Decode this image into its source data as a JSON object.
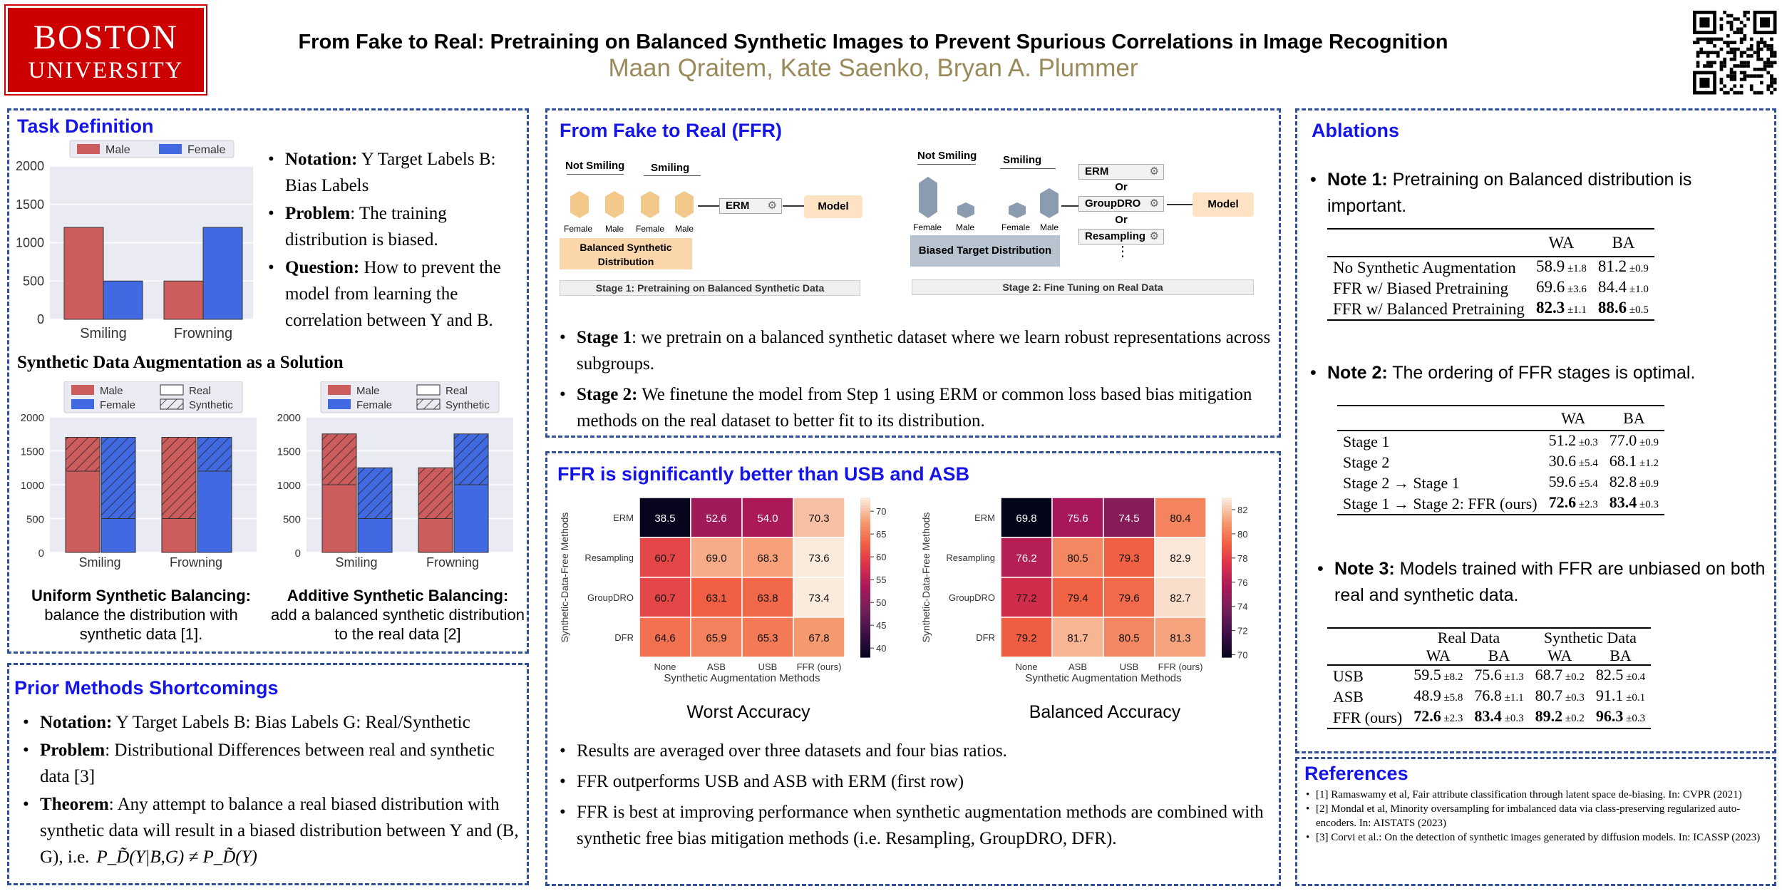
{
  "header": {
    "logo_line1": "BOSTON",
    "logo_line2": "UNIVERSITY",
    "title": "From Fake to Real: Pretraining on Balanced Synthetic Images to Prevent Spurious Correlations in Image Recognition",
    "authors": "Maan Qraitem, Kate Saenko, Bryan A. Plummer",
    "qr_icon": "qr-code-icon"
  },
  "task": {
    "title": "Task Definition",
    "bullets": [
      {
        "b": "Notation:",
        "t": " Y Target Labels  B: Bias Labels"
      },
      {
        "b": "Problem",
        "t": ": The training distribution is biased."
      },
      {
        "b": "Question:",
        "t": " How to prevent the model from learning the correlation between Y and B."
      }
    ],
    "aug_title": "Synthetic Data Augmentation as a Solution",
    "uniform_title": "Uniform Synthetic Balancing:",
    "uniform_text": "balance the distribution with synthetic data [1].",
    "additive_title": "Additive Synthetic Balancing:",
    "additive_text": "add a balanced synthetic distribution to the real data [2]"
  },
  "prior": {
    "title": "Prior Methods Shortcomings",
    "bullets": [
      {
        "b": "Notation:",
        "t": " Y Target Labels  B: Bias Labels  G: Real/Synthetic"
      },
      {
        "b": "Problem",
        "t": ": Distributional Differences between real and synthetic data [3]"
      },
      {
        "b": "Theorem",
        "t": ": Any attempt to balance a real biased distribution with synthetic data will result in a biased distribution between Y and (B, G), i.e."
      }
    ],
    "formula": "P_D̃(Y|B,G) ≠ P_D̃(Y)"
  },
  "ffr": {
    "title": "From Fake to Real (FFR)",
    "stage1": {
      "not_smiling": "Not Smiling",
      "smiling": "Smiling",
      "female": "Female",
      "male": "Male",
      "erm": "ERM",
      "model": "Model",
      "balanced_label": "Balanced Synthetic Distribution",
      "caption": "Stage 1: Pretraining on Balanced Synthetic Data"
    },
    "stage2": {
      "not_smiling": "Not Smiling",
      "smiling": "Smiling",
      "female": "Female",
      "male": "Male",
      "methods": [
        "ERM",
        "Or",
        "GroupDRO",
        "Or",
        "Resampling"
      ],
      "dots": "⋮",
      "model": "Model",
      "biased_label": "Biased Target Distribution",
      "caption": "Stage 2: Fine Tuning on Real Data"
    },
    "bullets": [
      {
        "b": "Stage 1",
        "t": ": we pretrain on a balanced synthetic dataset where we learn robust representations across subgroups."
      },
      {
        "b": "Stage 2:",
        "t": " We finetune the model from Step 1 using ERM or common loss based bias mitigation methods on the real dataset to better fit to its distribution."
      }
    ]
  },
  "results": {
    "title": "FFR is significantly better than USB and ASB",
    "worst_caption": "Worst Accuracy",
    "balanced_caption": "Balanced Accuracy",
    "bullets": [
      "Results are averaged over three datasets and four bias ratios.",
      "FFR outperforms USB and ASB with ERM (first row)",
      "FFR is best at improving performance when synthetic augmentation methods are combined with synthetic free bias mitigation methods (i.e. Resampling, GroupDRO, DFR)."
    ]
  },
  "ablations": {
    "title": "Ablations",
    "note1_b": "Note 1:",
    "note1_t": " Pretraining on Balanced distribution is important.",
    "note2_b": "Note 2:",
    "note2_t": " The ordering of FFR stages is optimal.",
    "note3_b": "Note 3:",
    "note3_t": " Models trained with FFR are unbiased on both real and synthetic data.",
    "table1": {
      "headers": [
        "",
        "WA",
        "BA"
      ],
      "rows": [
        {
          "name": "No Synthetic Augmentation",
          "wa": "58.9",
          "wa_pm": "±1.8",
          "ba": "81.2",
          "ba_pm": "±0.9",
          "bold": false
        },
        {
          "name": "FFR w/ Biased Pretraining",
          "wa": "69.6",
          "wa_pm": "±3.6",
          "ba": "84.4",
          "ba_pm": "±1.0",
          "bold": false
        },
        {
          "name": "FFR w/ Balanced Pretraining",
          "wa": "82.3",
          "wa_pm": "±1.1",
          "ba": "88.6",
          "ba_pm": "±0.5",
          "bold": true
        }
      ]
    },
    "table2": {
      "headers": [
        "",
        "WA",
        "BA"
      ],
      "rows": [
        {
          "name": "Stage 1",
          "wa": "51.2",
          "wa_pm": "±0.3",
          "ba": "77.0",
          "ba_pm": "±0.9",
          "bold": false
        },
        {
          "name": "Stage 2",
          "wa": "30.6",
          "wa_pm": "±5.4",
          "ba": "68.1",
          "ba_pm": "±1.2",
          "bold": false
        },
        {
          "name": "Stage 2 → Stage 1",
          "wa": "59.6",
          "wa_pm": "±5.4",
          "ba": "82.8",
          "ba_pm": "±0.9",
          "bold": false
        },
        {
          "name": "Stage 1 → Stage 2: FFR (ours)",
          "wa": "72.6",
          "wa_pm": "±2.3",
          "ba": "83.4",
          "ba_pm": "±0.3",
          "bold": true
        }
      ]
    },
    "table3": {
      "group_headers": [
        "Real Data",
        "Synthetic Data"
      ],
      "headers": [
        "WA",
        "BA",
        "WA",
        "BA"
      ],
      "rows": [
        {
          "name": "USB",
          "v": [
            "59.5",
            "75.6",
            "68.7",
            "82.5"
          ],
          "pm": [
            "±8.2",
            "±1.3",
            "±0.2",
            "±0.4"
          ],
          "bold": false
        },
        {
          "name": "ASB",
          "v": [
            "48.9",
            "76.8",
            "80.7",
            "91.1"
          ],
          "pm": [
            "±5.8",
            "±1.1",
            "±0.3",
            "±0.1"
          ],
          "bold": false
        },
        {
          "name": "FFR (ours)",
          "v": [
            "72.6",
            "83.4",
            "89.2",
            "96.3"
          ],
          "pm": [
            "±2.3",
            "±0.3",
            "±0.2",
            "±0.3"
          ],
          "bold": true
        }
      ]
    }
  },
  "references": {
    "title": "References",
    "items": [
      "[1] Ramaswamy et al, Fair attribute classification through latent space de-biasing. In: CVPR (2021)",
      "[2] Mondal et al, Minority oversampling for imbalanced data via class-preserving regularized auto-encoders. In: AISTATS (2023)",
      "[3] Corvi et al.: On the detection of synthetic images generated by diffusion models. In: ICASSP (2023)"
    ]
  },
  "colors": {
    "male": "#cd5c5c",
    "female": "#4169e1",
    "panel_border": "#2f4f9a",
    "title_blue": "#1515e8",
    "author_gold": "#9a8a5a",
    "bu_red": "#cc0000"
  },
  "chart_data": [
    {
      "type": "bar",
      "legend": [
        "Male",
        "Female"
      ],
      "categories": [
        "Smiling",
        "Frowning"
      ],
      "series": [
        {
          "name": "Male",
          "values": [
            1200,
            500
          ]
        },
        {
          "name": "Female",
          "values": [
            500,
            1200
          ]
        }
      ],
      "ylim": [
        0,
        2000
      ],
      "yticks": [
        "0",
        "500",
        "1000",
        "1500",
        "2000"
      ]
    },
    {
      "type": "bar",
      "legend": [
        "Male",
        "Female",
        "Real",
        "Synthetic"
      ],
      "categories": [
        "Smiling",
        "Frowning"
      ],
      "series": [
        {
          "name": "Male",
          "real": [
            1200,
            500
          ],
          "synthetic": [
            500,
            1200
          ]
        },
        {
          "name": "Female",
          "real": [
            500,
            1200
          ],
          "synthetic": [
            1200,
            500
          ]
        }
      ],
      "ylim": [
        0,
        2000
      ],
      "yticks": [
        "0",
        "500",
        "1000",
        "1500",
        "2000"
      ]
    },
    {
      "type": "bar",
      "legend": [
        "Male",
        "Female",
        "Real",
        "Synthetic"
      ],
      "categories": [
        "Smiling",
        "Frowning"
      ],
      "series": [
        {
          "name": "Male",
          "real": [
            1000,
            500
          ],
          "synthetic": [
            750,
            750
          ]
        },
        {
          "name": "Female",
          "real": [
            500,
            1000
          ],
          "synthetic": [
            750,
            750
          ]
        }
      ],
      "ylim": [
        0,
        2000
      ],
      "yticks": [
        "0",
        "500",
        "1000",
        "1500",
        "2000"
      ]
    },
    {
      "type": "heatmap",
      "xlabel": "Synthetic Augmentation Methods",
      "ylabel": "Synthetic-Data-Free Methods",
      "x": [
        "None",
        "ASB",
        "USB",
        "FFR (ours)"
      ],
      "y": [
        "ERM",
        "Resampling",
        "GroupDRO",
        "DFR"
      ],
      "values": [
        [
          38.5,
          52.6,
          54.0,
          70.3
        ],
        [
          60.7,
          69.0,
          68.3,
          73.6
        ],
        [
          60.7,
          63.1,
          63.8,
          73.4
        ],
        [
          64.6,
          65.9,
          65.3,
          67.8
        ]
      ],
      "colorbar": {
        "min": 38,
        "max": 73,
        "ticks": [
          "40",
          "45",
          "50",
          "55",
          "60",
          "65",
          "70"
        ]
      }
    },
    {
      "type": "heatmap",
      "xlabel": "Synthetic Augmentation Methods",
      "ylabel": "Synthetic-Data-Free Methods",
      "x": [
        "None",
        "ASB",
        "USB",
        "FFR (ours)"
      ],
      "y": [
        "ERM",
        "Resampling",
        "GroupDRO",
        "DFR"
      ],
      "values": [
        [
          69.8,
          75.6,
          74.5,
          80.4
        ],
        [
          76.2,
          80.5,
          79.3,
          82.9
        ],
        [
          77.2,
          79.4,
          79.6,
          82.7
        ],
        [
          79.2,
          81.7,
          80.5,
          81.3
        ]
      ],
      "colorbar": {
        "min": 69.8,
        "max": 83,
        "ticks": [
          "70",
          "72",
          "74",
          "76",
          "78",
          "80",
          "82"
        ]
      }
    }
  ]
}
